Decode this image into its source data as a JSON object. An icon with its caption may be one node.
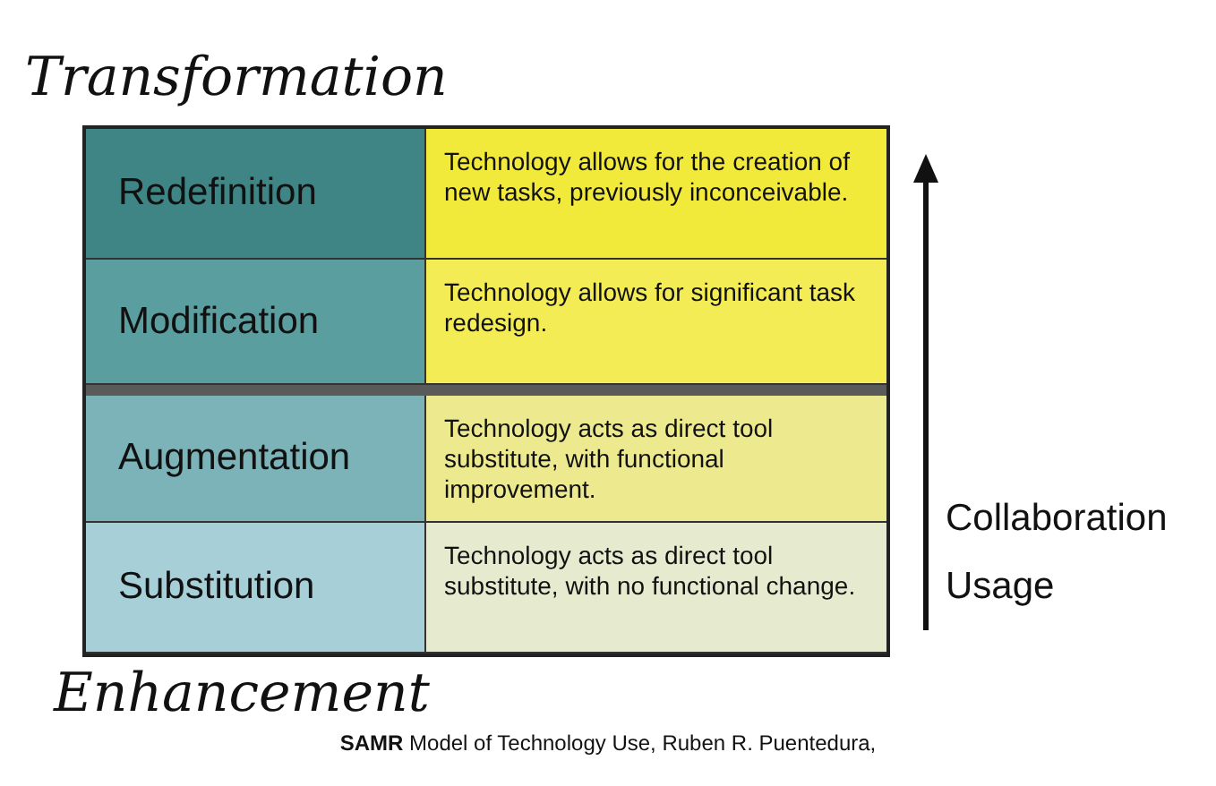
{
  "diagram": {
    "caption": "**SAMR** Model of Technology Use, Ruben R. Puentedura,",
    "nodes": [
      {
        "text": [
          "Redefinition",
          "Technology allows for the creation of new tasks, previously inconceivable."
        ]
      },
      {
        "text": [
          "Modification",
          "Technology allows for significant task redesign."
        ]
      },
      {
        "text": [
          "Augmentation",
          "Technology acts as direct tool substitute, with functional improvement."
        ]
      },
      {
        "text": [
          "Substitution",
          "Technology acts as direct tool substitute, with no functional change."
        ]
      }
    ],
    "edges": [],
    "labels": [
      "Transformation",
      "Collaboration",
      "Usage",
      "Enhancement"
    ]
  }
}
